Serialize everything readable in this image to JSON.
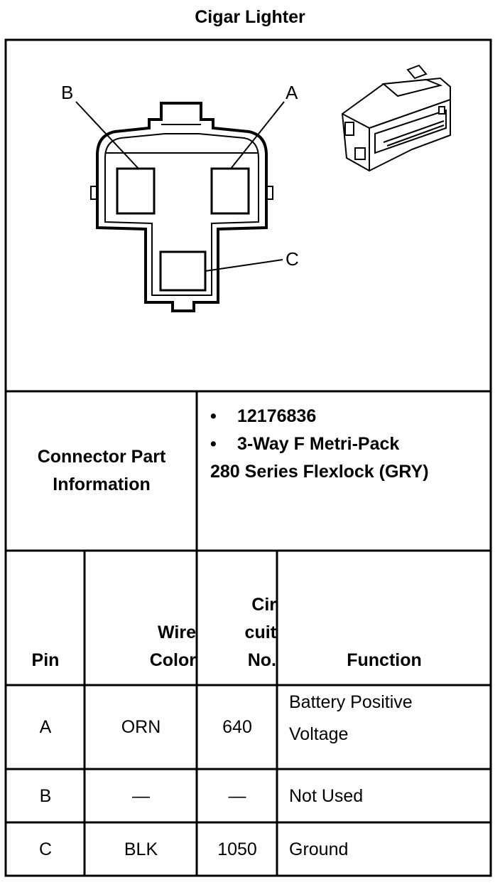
{
  "title": "Cigar Lighter",
  "diagram": {
    "labels": {
      "a": "A",
      "b": "B",
      "c": "C"
    }
  },
  "connector_info": {
    "label_line1": "Connector Part",
    "label_line2": "Information",
    "bullets": [
      "12176836",
      "3-Way F Metri-Pack"
    ],
    "bullet_glyph": "•",
    "continuation": "280 Series Flexlock (GRY)"
  },
  "table": {
    "headers": {
      "pin": "Pin",
      "wire_color_1": "Wire",
      "wire_color_2": "Color",
      "circuit_1": "Cir",
      "circuit_2": "cuit",
      "circuit_3": "No.",
      "function": "Function"
    },
    "rows": [
      {
        "pin": "A",
        "wire": "ORN",
        "circuit": "640",
        "function_1": "Battery Positive",
        "function_2": "Voltage"
      },
      {
        "pin": "B",
        "wire": "—",
        "circuit": "—",
        "function_1": "Not Used",
        "function_2": ""
      },
      {
        "pin": "C",
        "wire": "BLK",
        "circuit": "1050",
        "function_1": "Ground",
        "function_2": ""
      }
    ]
  }
}
